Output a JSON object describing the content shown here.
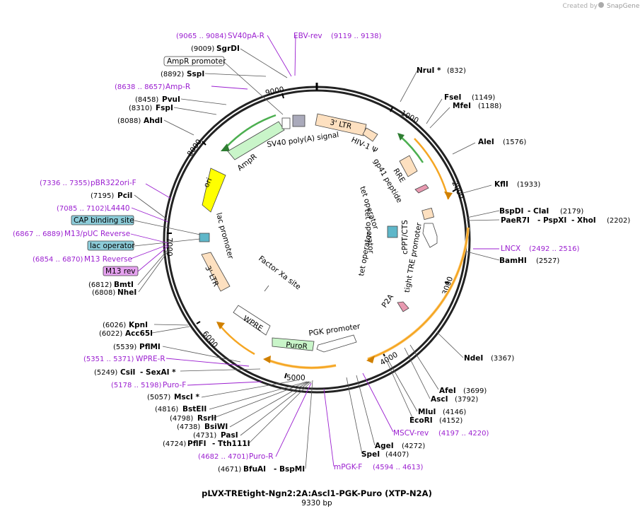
{
  "header": {
    "created_by": "Created by",
    "brand": "SnapGene"
  },
  "plasmid": {
    "name": "pLVX-TREtight-Ngn2:2A:Ascl1-PGK-Puro (XTP-N2A)",
    "length": "9330 bp"
  },
  "ticks": [
    "1000",
    "2000",
    "3000",
    "4000",
    "5000",
    "6000",
    "7000",
    "8000",
    "9000"
  ],
  "features": {
    "ltr3_top": "3' LTR",
    "hiv": "HIV-1 Ψ",
    "rre": "RRE",
    "gp41": "gp41 peptide",
    "cppt": "cPPT/CTS",
    "tight_tre": "tight TRE promoter",
    "tet1": "tet operator",
    "tet2": "tet operator",
    "tet3": "tet operator",
    "p2a": "P2A",
    "pgk": "PGK promoter",
    "puror": "PuroR",
    "wpre": "WPRE",
    "ltr3_left": "3' LTR",
    "lac_prom": "lac promoter",
    "factor_xa": "Factor Xa site",
    "ori": "ori",
    "ampr": "AmpR",
    "sv40": "SV40 poly(A) signal"
  },
  "labels": {
    "sv40pa": {
      "coord": "(9065 .. 9084)",
      "name": "SV40pA-R"
    },
    "ebv": {
      "name": "EBV-rev",
      "coord": "(9119 .. 9138)"
    },
    "sgrdi": {
      "coord": "(9009)",
      "name": "SgrDI"
    },
    "ampr_prom": {
      "name": "AmpR promoter"
    },
    "sspi": {
      "coord": "(8892)",
      "name": "SspI"
    },
    "ampr_primer": {
      "coord": "(8638 .. 8657)",
      "name": "Amp-R"
    },
    "pvui": {
      "coord": "(8458)",
      "name": "PvuI"
    },
    "fspi": {
      "coord": "(8310)",
      "name": "FspI"
    },
    "ahdi": {
      "coord": "(8088)",
      "name": "AhdI"
    },
    "pbr": {
      "coord": "(7336 .. 7355)",
      "name": "pBR322ori-F"
    },
    "pcii": {
      "coord": "(7195)",
      "name": "PciI"
    },
    "l4440": {
      "coord": "(7085 .. 7102)",
      "name": "L4440"
    },
    "cap": {
      "name": "CAP binding site"
    },
    "m13puc": {
      "coord": "(6867 .. 6889)",
      "name": "M13/pUC Reverse"
    },
    "lacop": {
      "name": "lac operator"
    },
    "m13rev": {
      "coord": "(6854 .. 6870)",
      "name": "M13 Reverse"
    },
    "m13r": {
      "name": "M13 rev"
    },
    "bmti": {
      "coord": "(6812)",
      "name": "BmtI"
    },
    "nhei": {
      "coord": "(6808)",
      "name": "NheI"
    },
    "kpni": {
      "coord": "(6026)",
      "name": "KpnI"
    },
    "acc65i": {
      "coord": "(6022)",
      "name": "Acc65I"
    },
    "pflmi": {
      "coord": "(5539)",
      "name": "PflMI"
    },
    "wprer": {
      "coord": "(5351 .. 5371)",
      "name": "WPRE-R"
    },
    "csii": {
      "coord": "(5249)",
      "name": "CsiI",
      "name2": "- SexAI *"
    },
    "purof": {
      "coord": "(5178 .. 5198)",
      "name": "Puro-F"
    },
    "msci": {
      "coord": "(5057)",
      "name": "MscI *"
    },
    "bsteii": {
      "coord": "(4816)",
      "name": "BstEII"
    },
    "rsrii": {
      "coord": "(4798)",
      "name": "RsrII"
    },
    "bsiwi": {
      "coord": "(4738)",
      "name": "BsiWI"
    },
    "pasi": {
      "coord": "(4731)",
      "name": "PasI"
    },
    "pflfi": {
      "coord": "(4724)",
      "name": "PflFI",
      "name2": "- Tth111I"
    },
    "puror_p": {
      "coord": "(4682 .. 4701)",
      "name": "Puro-R"
    },
    "bfuai": {
      "coord": "(4671)",
      "name": "BfuAI",
      "name2": "- BspMI"
    },
    "mpgk": {
      "name": "mPGK-F",
      "coord": "(4594 .. 4613)"
    },
    "spei": {
      "name": "SpeI",
      "coord": "(4407)"
    },
    "agei": {
      "name": "AgeI",
      "coord": "(4272)"
    },
    "mscv": {
      "name": "MSCV-rev",
      "coord": "(4197 .. 4220)"
    },
    "ecori": {
      "name": "EcoRI",
      "coord": "(4152)"
    },
    "mlui": {
      "name": "MluI",
      "coord": "(4146)"
    },
    "asci": {
      "name": "AscI",
      "coord": "(3792)"
    },
    "afei": {
      "name": "AfeI",
      "coord": "(3699)"
    },
    "ndei": {
      "name": "NdeI",
      "coord": "(3367)"
    },
    "bamhi": {
      "name": "BamHI",
      "coord": "(2527)"
    },
    "lncx": {
      "name": "LNCX",
      "coord": "(2492 .. 2516)"
    },
    "paer7i": {
      "name": "PaeR7I",
      "name2": "- PspXI",
      "name3": "- XhoI",
      "coord": "(2202)"
    },
    "bspdi": {
      "name": "BspDI",
      "name2": "- ClaI",
      "coord": "(2179)"
    },
    "kfli": {
      "name": "KflI",
      "coord": "(1933)"
    },
    "alei": {
      "name": "AleI",
      "coord": "(1576)"
    },
    "mfei": {
      "name": "MfeI",
      "coord": "(1188)"
    },
    "fsei": {
      "name": "FseI",
      "coord": "(1149)"
    },
    "nrui": {
      "name": "NruI *",
      "coord": "(832)"
    }
  },
  "colors": {
    "accent": "#9b1fd0",
    "ltr": "#fde0c0",
    "green": "#c9f5c9",
    "ori": "#ffff00",
    "orf": "#f5a623"
  }
}
